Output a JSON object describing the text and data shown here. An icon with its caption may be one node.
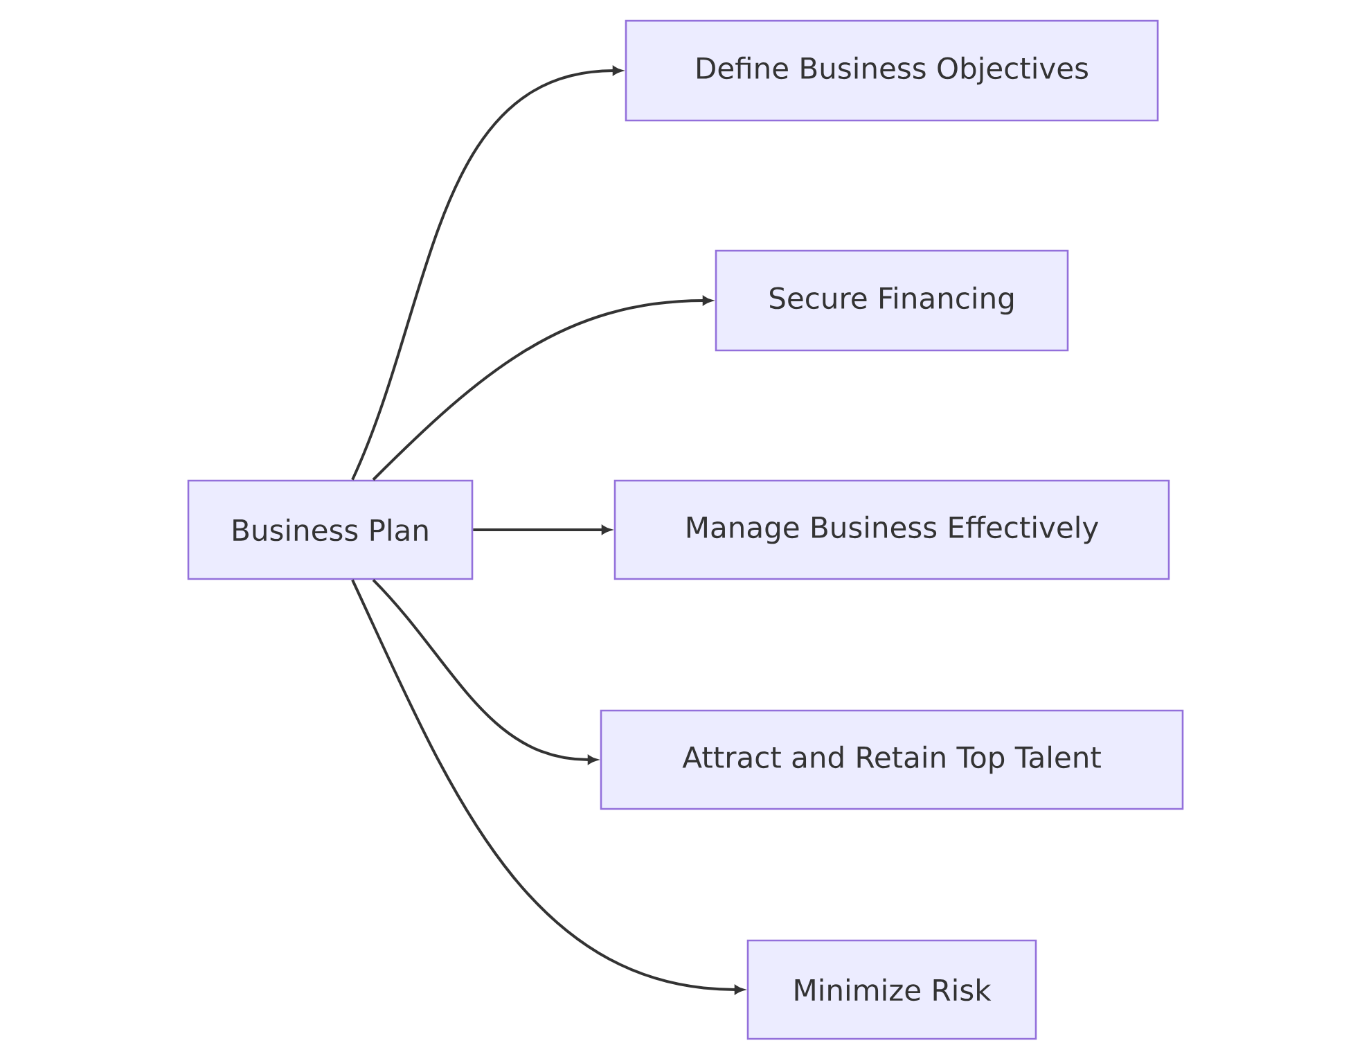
{
  "diagram": {
    "nodes": [
      {
        "text": [
          "Business Plan"
        ]
      },
      {
        "text": [
          "Define Business Objectives"
        ]
      },
      {
        "text": [
          "Secure Financing"
        ]
      },
      {
        "text": [
          "Manage Business Effectively"
        ]
      },
      {
        "text": [
          "Attract and Retain Top Talent"
        ]
      },
      {
        "text": [
          "Minimize Risk"
        ]
      }
    ],
    "edges": [
      {
        "from": 0,
        "to": 1,
        "arrow": "to"
      },
      {
        "from": 0,
        "to": 2,
        "arrow": "to"
      },
      {
        "from": 0,
        "to": 3,
        "arrow": "to"
      },
      {
        "from": 0,
        "to": 4,
        "arrow": "to"
      },
      {
        "from": 0,
        "to": 5,
        "arrow": "to"
      }
    ]
  }
}
